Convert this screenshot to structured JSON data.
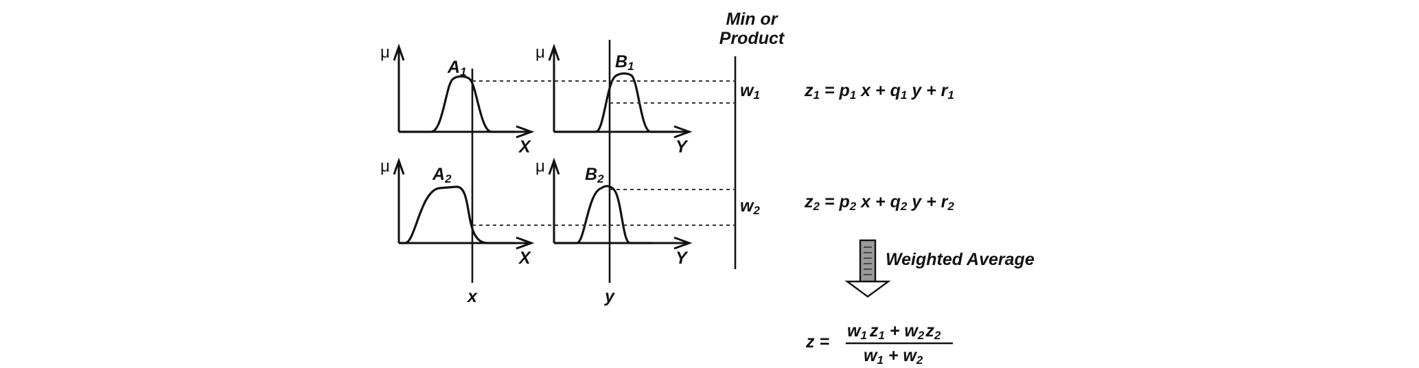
{
  "diagram": {
    "header": {
      "line1": "Min or",
      "line2": "Product"
    },
    "mu_symbol": "μ",
    "x_axis_label": "X",
    "y_axis_label": "Y",
    "input_x": "x",
    "input_y": "y",
    "sets": {
      "a1": {
        "base": "A",
        "sub": "1"
      },
      "b1": {
        "base": "B",
        "sub": "1"
      },
      "a2": {
        "base": "A",
        "sub": "2"
      },
      "b2": {
        "base": "B",
        "sub": "2"
      }
    },
    "weights": {
      "w1": {
        "base": "w",
        "sub": "1"
      },
      "w2": {
        "base": "w",
        "sub": "2"
      }
    },
    "rule1": {
      "lhs": "z",
      "lhs_sub": "1",
      "eq": " = ",
      "p": "p",
      "p_sub": "1",
      "q_sep": " x + ",
      "q": "q",
      "q_sub": "1",
      "r_sep": " y + ",
      "r": "r",
      "r_sub": "1"
    },
    "rule2": {
      "lhs": "z",
      "lhs_sub": "2",
      "eq": " = ",
      "p": "p",
      "p_sub": "2",
      "q_sep": " x + ",
      "q": "q",
      "q_sub": "2",
      "r_sep": " y + ",
      "r": "r",
      "r_sub": "2"
    },
    "weighted_average_label": "Weighted Average",
    "result": {
      "lhs": "z =",
      "num_w1": "w",
      "num_w1_sub": "1",
      "num_z1": "z",
      "num_z1_sub": "1",
      "plus": " + ",
      "num_w2": "w",
      "num_w2_sub": "2",
      "num_z2": "z",
      "num_z2_sub": "2",
      "den_w1": "w",
      "den_w1_sub": "1",
      "den_plus": " + ",
      "den_w2": "w",
      "den_w2_sub": "2"
    },
    "colors": {
      "ink": "#111111",
      "arrow_fill": "#9a9a9a"
    }
  }
}
